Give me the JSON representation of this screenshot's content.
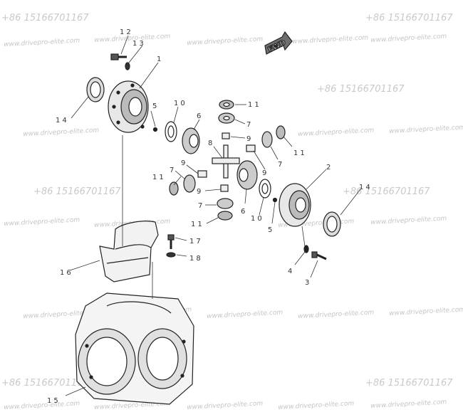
{
  "watermark": {
    "phone": "+86 15166701167",
    "url": "www.drivepro-elite.com"
  },
  "direction_sign": "FWD",
  "callouts": {
    "c1": "1",
    "c2": "2",
    "c3": "3",
    "c4": "4",
    "c5a": "5",
    "c5b": "5",
    "c6a": "6",
    "c6b": "6",
    "c7a": "7",
    "c7b": "7",
    "c7c": "7",
    "c7d": "7",
    "c8": "8",
    "c9a": "9",
    "c9b": "9",
    "c9c": "9",
    "c9d": "9",
    "c10a": "10",
    "c10b": "10",
    "c11a": "11",
    "c11b": "11",
    "c11c": "11",
    "c11d": "11",
    "c12": "12",
    "c13": "13",
    "c14a": "14",
    "c14b": "14",
    "c15": "15",
    "c16": "16",
    "c17": "17",
    "c18": "18"
  },
  "colors": {
    "ink": "#222222",
    "watermark": "#c9c9c9",
    "background": "#ffffff"
  }
}
